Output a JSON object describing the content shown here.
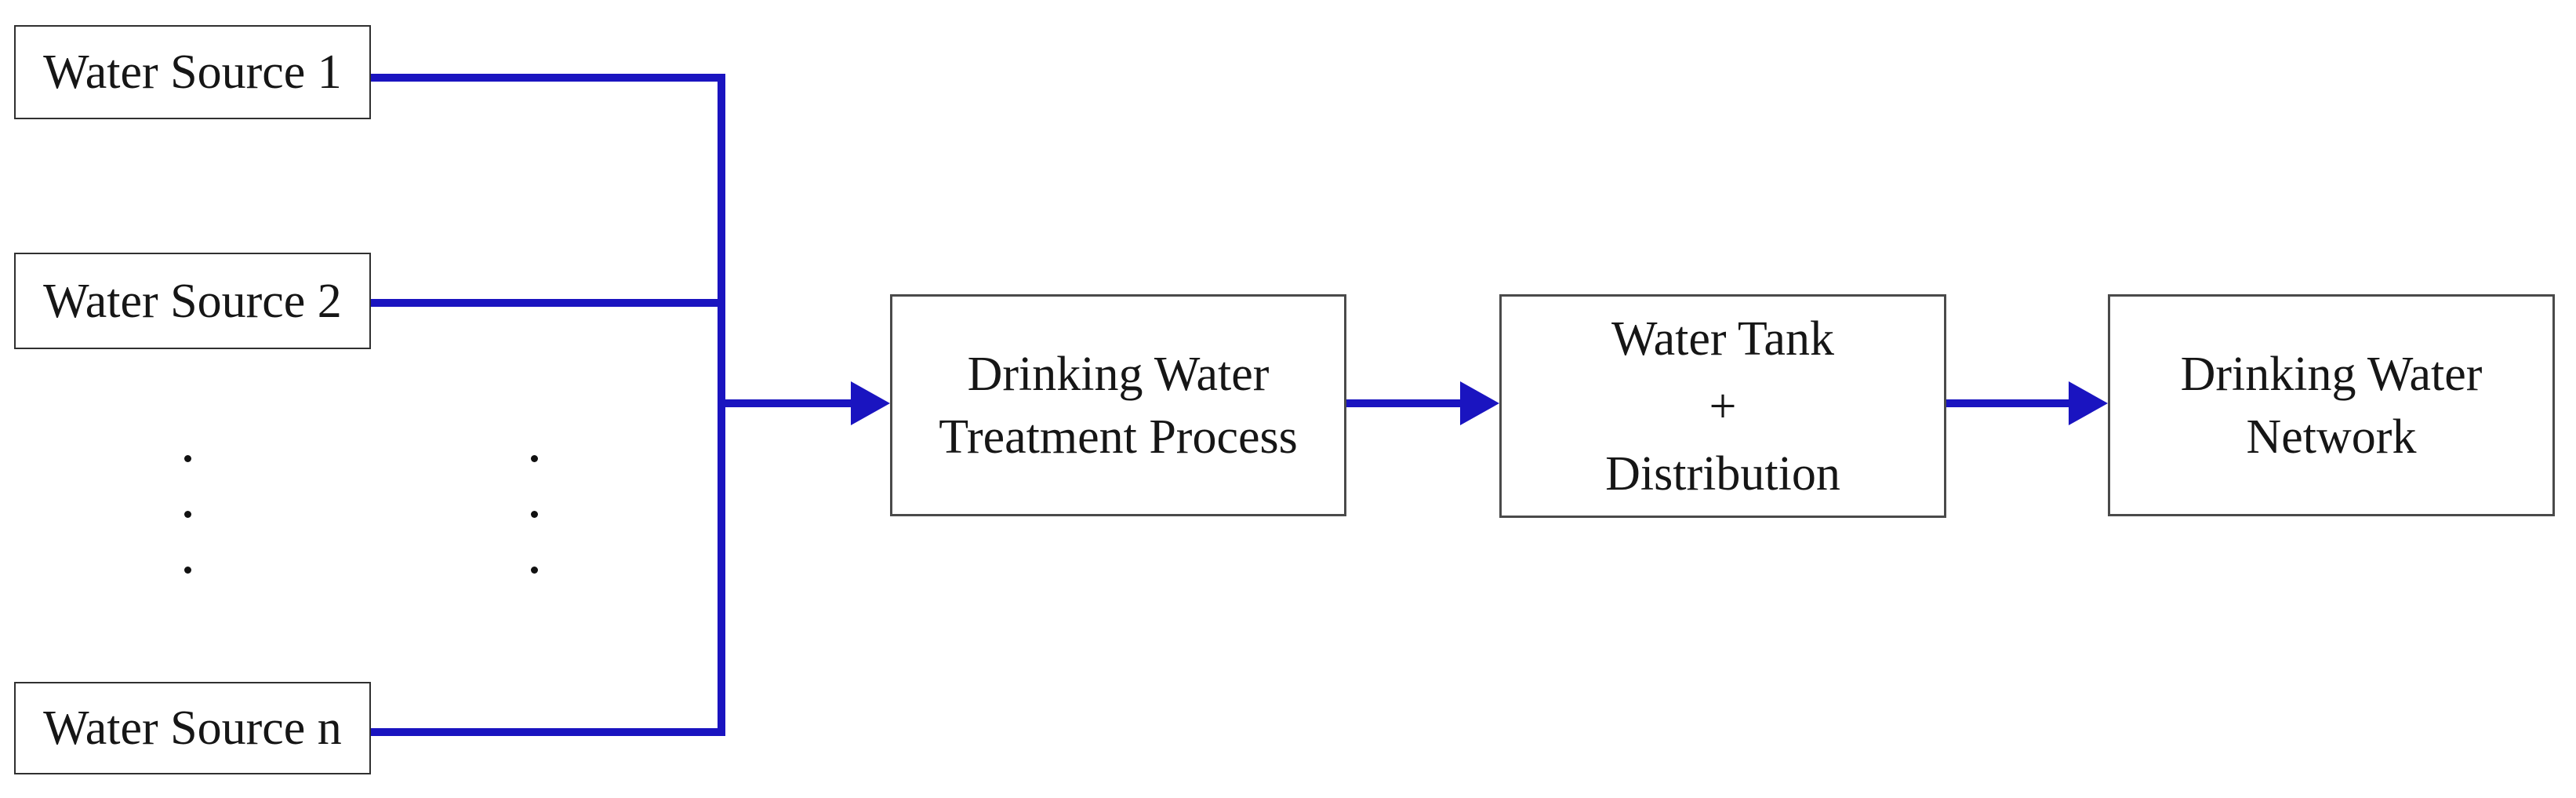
{
  "diagram": {
    "title": "Drinking water supply flow diagram",
    "colors": {
      "background": "#ffffff",
      "connector_blue": "#1a14c0",
      "source_box_border": "#303030",
      "stage_box_border": "#4a4a4a",
      "text": "#161616",
      "dot": "#111111"
    },
    "sources": [
      {
        "label": "Water Source 1"
      },
      {
        "label": "Water Source 2"
      },
      {
        "label": "Water Source n"
      }
    ],
    "ellipsis": {
      "columns": 2,
      "dots_per_column": 3
    },
    "stages": [
      {
        "lines": [
          "Drinking Water",
          "Treatment Process"
        ]
      },
      {
        "lines": [
          "Water Tank",
          "+",
          "Distribution"
        ]
      },
      {
        "lines": [
          "Drinking Water",
          "Network"
        ]
      }
    ]
  }
}
